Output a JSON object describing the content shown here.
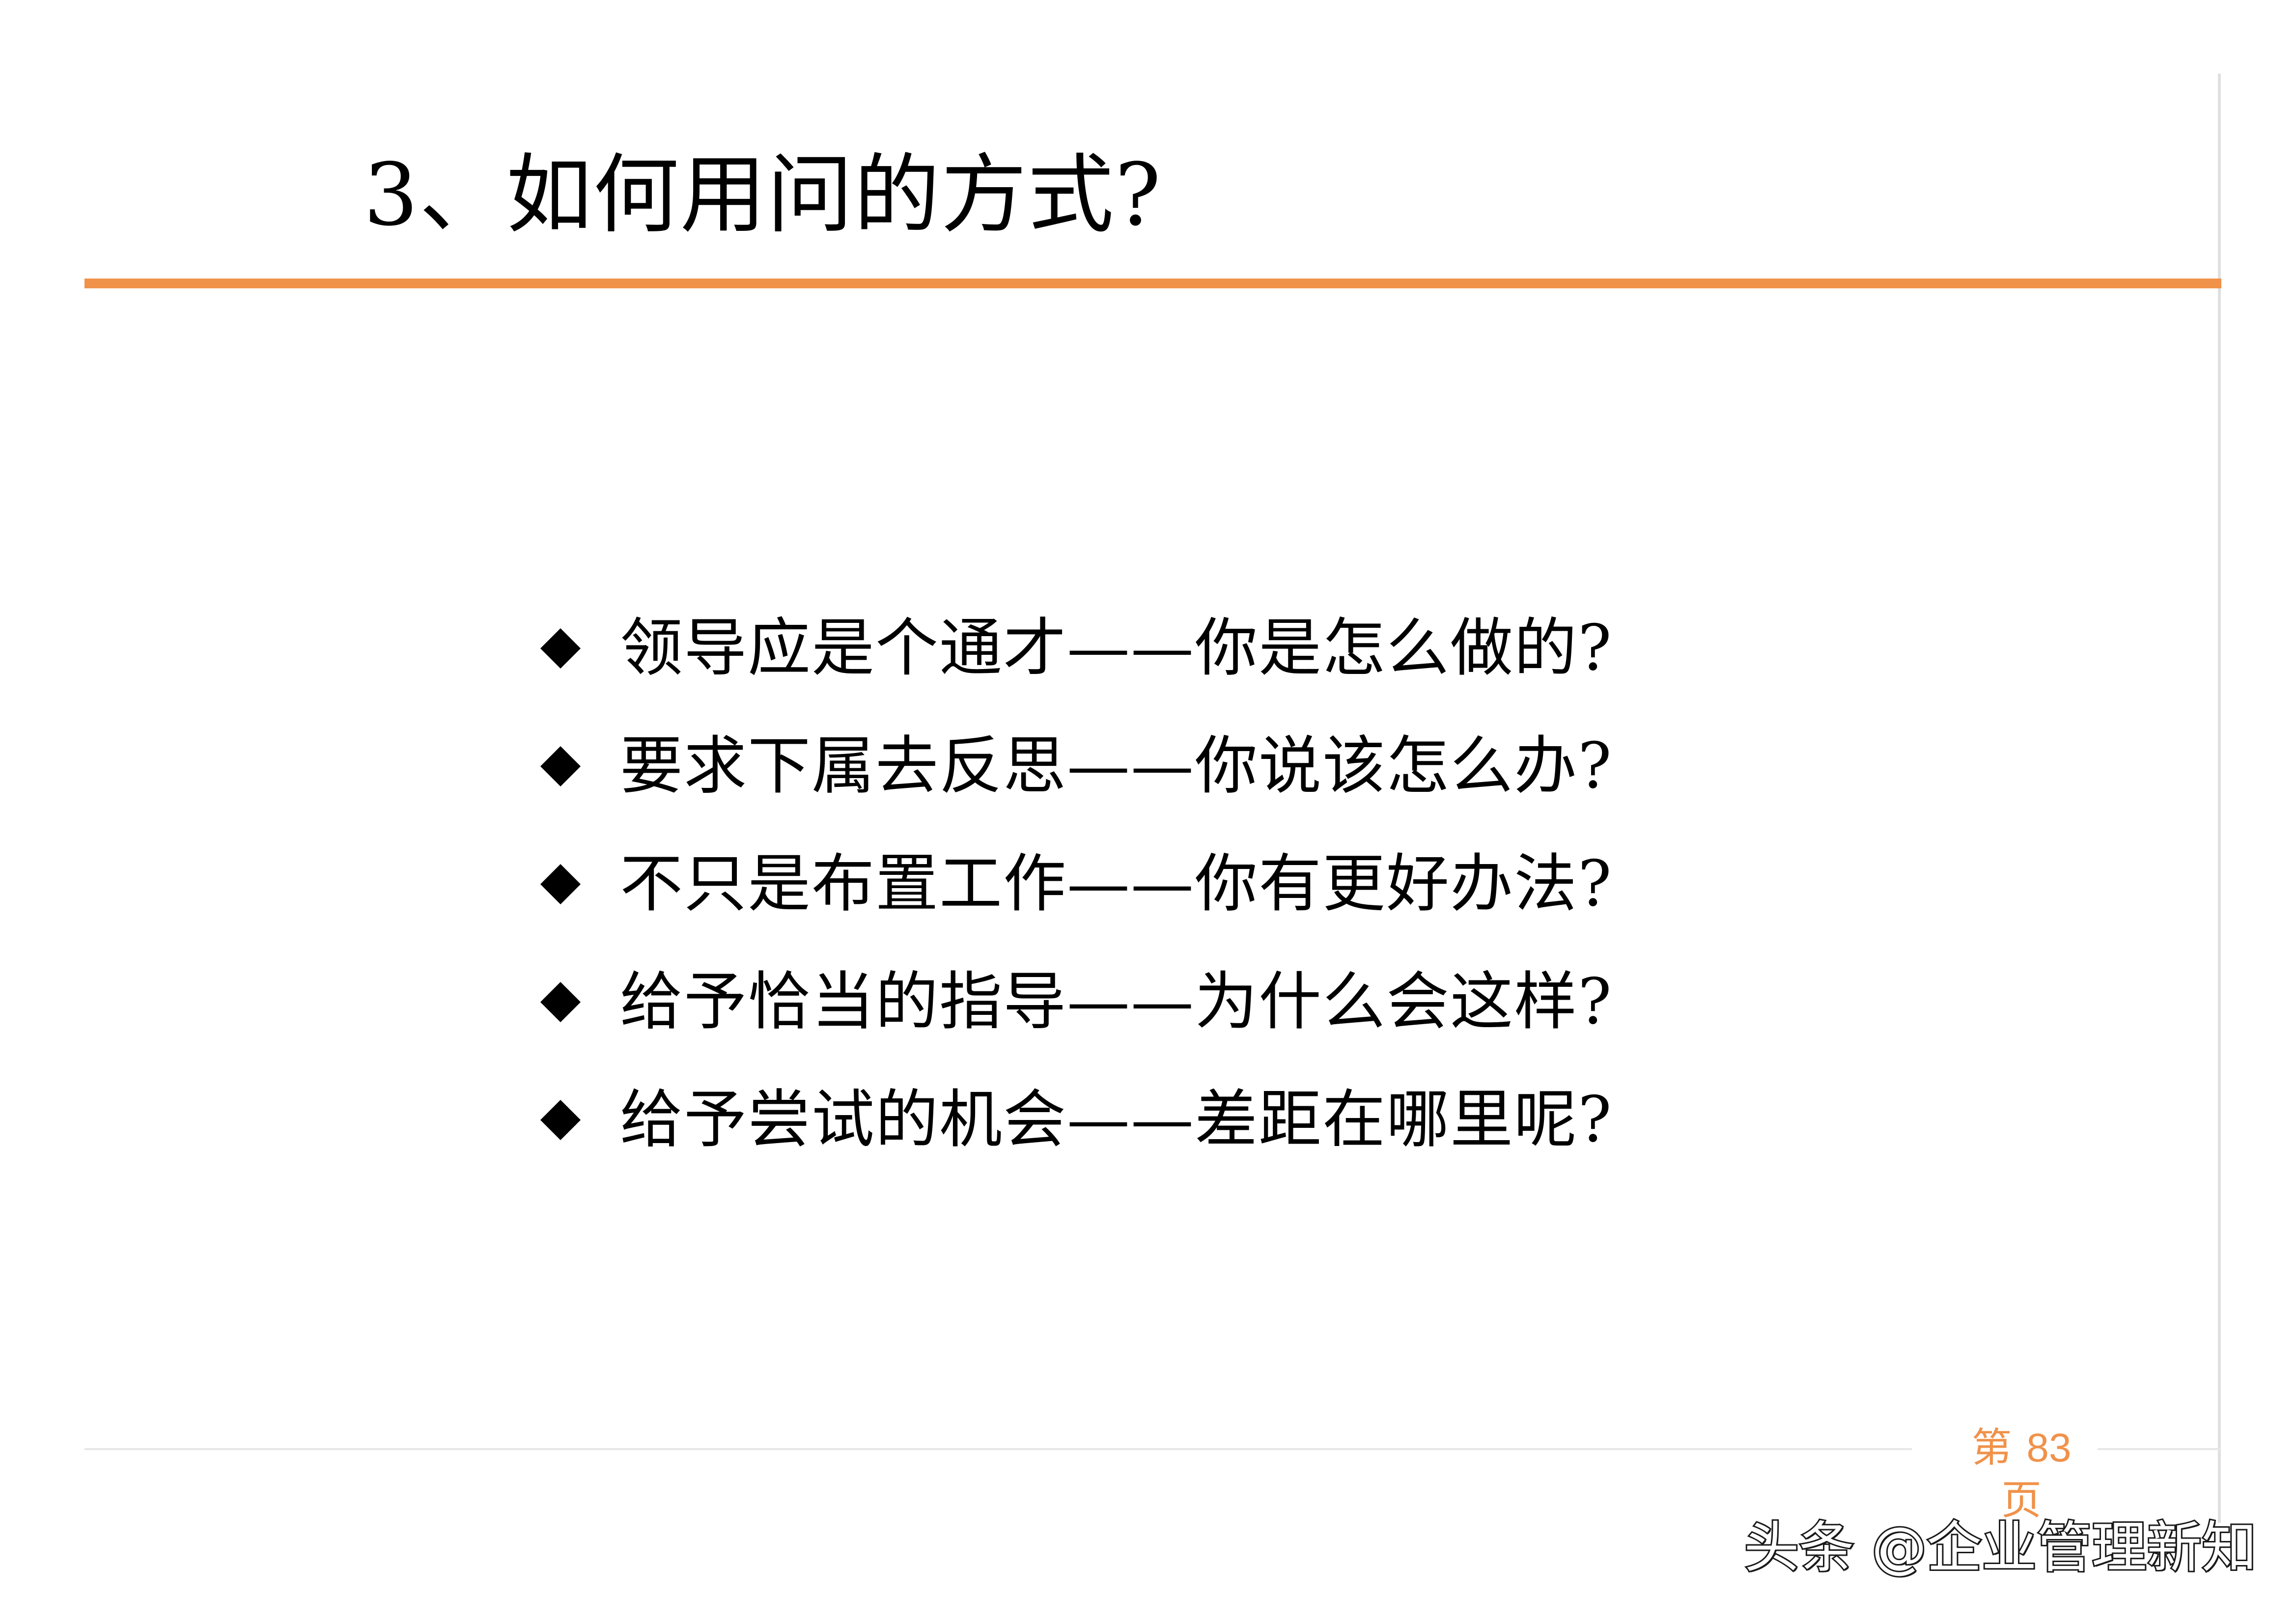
{
  "slide": {
    "title": "3、如何用问的方式?"
  },
  "bullets": [
    {
      "text": "领导应是个通才——你是怎么做的?"
    },
    {
      "text": "要求下属去反思——你说该怎么办?"
    },
    {
      "text": "不只是布置工作——你有更好办法?"
    },
    {
      "text": "给予恰当的指导——为什么会这样?"
    },
    {
      "text": "给予尝试的机会——差距在哪里呢?"
    }
  ],
  "footer": {
    "page_label_prefix": "第",
    "page_number": "83",
    "page_label_suffix": "页"
  },
  "watermark": {
    "text": "头条 @企业管理新知"
  },
  "colors": {
    "accent": "#f0924a",
    "text": "#000000",
    "background": "#ffffff"
  },
  "icons": {
    "bullet": "diamond-bullet-icon"
  }
}
